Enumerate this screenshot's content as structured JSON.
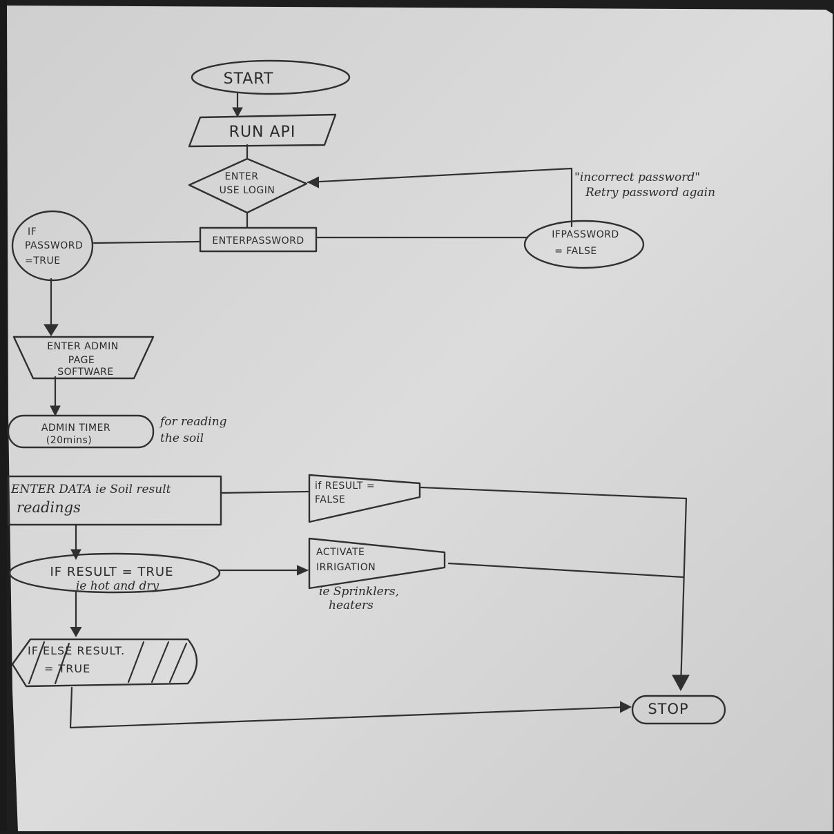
{
  "diagram": {
    "colors": {
      "paper": "#d2d2d2",
      "ink": "#303030",
      "background": "#1e1e1e"
    },
    "nodes": {
      "start": {
        "label": "START"
      },
      "run_api": {
        "label": "RUN API"
      },
      "enter_login": {
        "line1": "ENTER",
        "line2": "USE LOGIN"
      },
      "enter_password": {
        "label": "ENTERPASSWORD"
      },
      "password_true": {
        "line1": "IF",
        "line2": "PASSWORD",
        "line3": "=TRUE"
      },
      "password_false": {
        "line1": "IFPASSWORD",
        "line2": "= FALSE"
      },
      "admin_page": {
        "line1": "ENTER ADMIN",
        "line2": "PAGE",
        "line3": "SOFTWARE"
      },
      "admin_timer": {
        "line1": "ADMIN TIMER",
        "line2": "(20mins)"
      },
      "enter_data": {
        "line1": "ENTER DATA ie Soil result",
        "line2": "readings"
      },
      "result_false": {
        "line1": "if RESULT =",
        "line2": "FALSE"
      },
      "result_true": {
        "line1": "IF RESULT = TRUE",
        "line2": "ie hot and dry"
      },
      "activate_irrigation": {
        "line1": "ACTIVATE",
        "line2": "IRRIGATION"
      },
      "else_result": {
        "line1": "IF ELSE RESULT.",
        "line2": "= TRUE"
      },
      "stop": {
        "label": "STOP"
      }
    },
    "annotations": {
      "incorrect_password": {
        "line1": "\"incorrect password\"",
        "line2": "Retry password again"
      },
      "timer_note": {
        "line1": "for reading",
        "line2": "the soil"
      },
      "irrigation_note": {
        "line1": "ie Sprinklers,",
        "line2": "heaters"
      }
    }
  }
}
